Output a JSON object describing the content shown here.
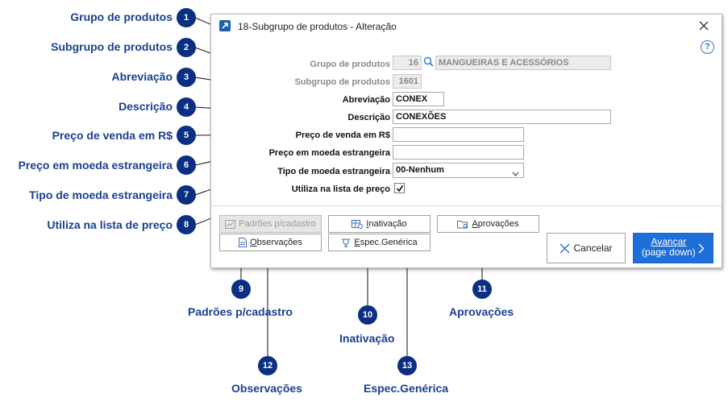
{
  "window": {
    "title": "18-Subgrupo de produtos - Alteração",
    "help_label": "?"
  },
  "form": {
    "grupo": {
      "label": "Grupo de produtos",
      "code": "16",
      "name": "MANGUEIRAS E ACESSÓRIOS"
    },
    "subgrupo": {
      "label": "Subgrupo de produtos",
      "code": "1601"
    },
    "abreviacao": {
      "label": "Abreviação",
      "value": "CONEX"
    },
    "descricao": {
      "label": "Descrição",
      "value": "CONEXÕES"
    },
    "preco_venda": {
      "label": "Preço de venda em R$",
      "value": ""
    },
    "preco_moeda": {
      "label": "Preço em moeda estrangeira",
      "value": ""
    },
    "tipo_moeda": {
      "label": "Tipo de moeda estrangeira",
      "value": "00-Nenhum"
    },
    "lista_preco": {
      "label": "Utiliza na lista de preço",
      "checked": true
    }
  },
  "buttons": {
    "padroes": "Padrões p/cadastro",
    "inativacao": "Inativação",
    "aprovacoes": "Aprovações",
    "observacoes": "Observações",
    "espec": "Espec.Genérica",
    "cancelar": "Cancelar",
    "avancar_line1": "Avançar",
    "avancar_line2": "(page down)"
  },
  "callouts": [
    {
      "n": "1",
      "label": "Grupo de produtos"
    },
    {
      "n": "2",
      "label": "Subgrupo de produtos"
    },
    {
      "n": "3",
      "label": "Abreviação"
    },
    {
      "n": "4",
      "label": "Descrição"
    },
    {
      "n": "5",
      "label": "Preço de venda em R$"
    },
    {
      "n": "6",
      "label": "Preço em moeda estrangeira"
    },
    {
      "n": "7",
      "label": "Tipo de moeda estrangeira"
    },
    {
      "n": "8",
      "label": "Utiliza na lista de preço"
    },
    {
      "n": "9",
      "label": "Padrões p/cadastro"
    },
    {
      "n": "10",
      "label": "Inativação"
    },
    {
      "n": "11",
      "label": "Aprovações"
    },
    {
      "n": "12",
      "label": "Observações"
    },
    {
      "n": "13",
      "label": "Espec.Genérica"
    }
  ],
  "colors": {
    "accent": "#1e6fd9",
    "badge": "#0b2f82",
    "callout_text": "#1a3f92"
  }
}
